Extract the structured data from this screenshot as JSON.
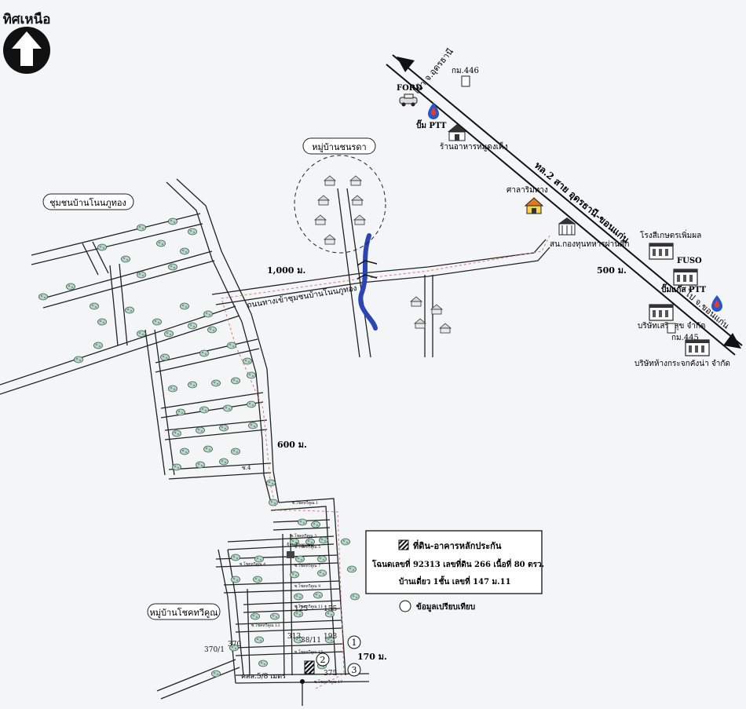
{
  "north_label": "ทิศเหนือ",
  "highway": {
    "to_north": "เข้า จ.อุดรธานี",
    "name": "ทล.2 สาย อุดรธานี-ขอนแก่น",
    "to_south": "ไป จ.ขอนแก่น"
  },
  "landmarks": {
    "km446": "กม.446",
    "km445": "กม.445",
    "ford": "FORD",
    "ptt": "ปั๊ม PTT",
    "noodle_shop": "ร้านอาหารหมูดงเค็ง",
    "sala": "ศาลาริมทาง",
    "battalion": "สน.กองทุนทหารผ่านศึก",
    "fertilizer_factory": "โรงสีเกษตรเพิ่มผล",
    "fuso": "FUSO",
    "gas_station": "ปั๊มแก๊ส PTT",
    "company1": "บริษัทเสริมสุข จำกัด",
    "company2": "บริษัทห้างกระจกคังน่า จำกัด"
  },
  "villages": {
    "chonrada": "หมู่บ้านชนรดา",
    "nonphuthong": "ชุมชนบ้านโนนภูทอง",
    "chokthaweekoon": "หมู่บ้านโชคทวีคูณ"
  },
  "roads": {
    "access_road": "ถนนทางเข้าชุมชนบ้านโนนภูทอง",
    "soi_main": "ซ.4"
  },
  "sois": [
    "ซ.โชคทวีคูณ 1",
    "ซ.โชคทวีคูณ 3",
    "ซ.โชคทวีคูณ 4",
    "ซ.โชคทวีคูณ 5",
    "ซ.โชคทวีคูณ 7",
    "ซ.โชคทวีคูณ 9",
    "ซ.โชคทวีคูณ 11",
    "ซ.โชคทวีคูณ 13",
    "ซ.โชคทวีคูณ 15",
    "ซ.โชคทวีคูณ 17"
  ],
  "village_office": "ร้านค้าชุมชน",
  "distances": {
    "d1000": "1,000 ม.",
    "d500": "500 ม.",
    "d600": "600 ม.",
    "d170": "170 ม."
  },
  "plots": {
    "p125": "125",
    "p155": "155",
    "p313": "313",
    "p38_11": "38/11",
    "p193": "193",
    "p370": "370",
    "p370_1": "370/1",
    "p375": "375"
  },
  "road_width": "คสล.5/8 เมตร",
  "markers": [
    "1",
    "2",
    "3"
  ],
  "legend": {
    "collateral_title": "ที่ดิน-อาคารหลักประกัน",
    "deed_line": "โฉนดเลขที่ 92313 เลขที่ดิน 266 เนื้อที่ 80 ตรว.",
    "house_line": "บ้านเดี่ยว 1ชั้น เลขที่ 147 ม.11",
    "comparison": "ข้อมูลเปรียบเทียบ"
  }
}
